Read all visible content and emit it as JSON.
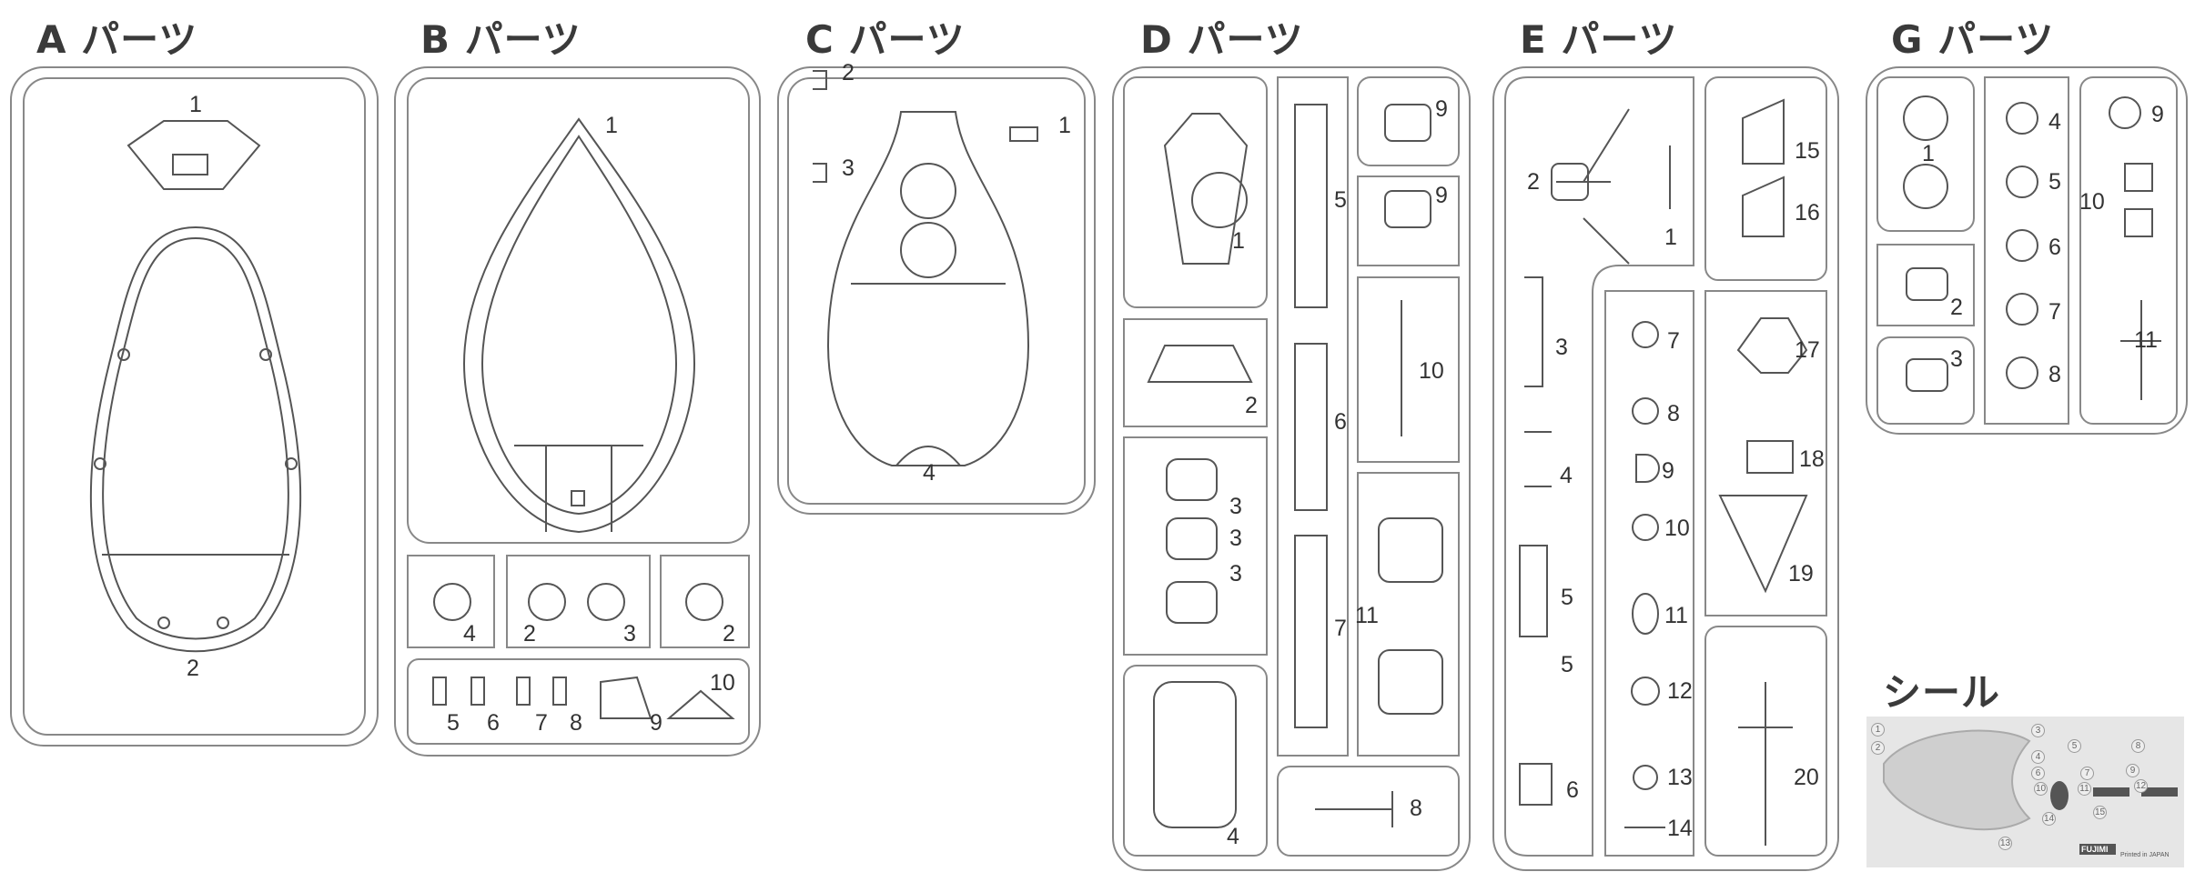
{
  "sections": {
    "A": {
      "title": "A パーツ",
      "parts": [
        "1",
        "2"
      ]
    },
    "B": {
      "title": "B パーツ",
      "parts": [
        "1",
        "4",
        "2",
        "3",
        "2",
        "5",
        "6",
        "7",
        "8",
        "9",
        "10"
      ]
    },
    "C": {
      "title": "C パーツ",
      "parts": [
        "2",
        "3",
        "1",
        "4"
      ]
    },
    "D": {
      "title": "D パーツ",
      "parts": [
        "1",
        "2",
        "3",
        "3",
        "3",
        "4",
        "5",
        "6",
        "7",
        "8",
        "9",
        "9",
        "10",
        "11"
      ]
    },
    "E": {
      "title": "E パーツ",
      "parts": [
        "2",
        "1",
        "15",
        "16",
        "17",
        "18",
        "19",
        "20",
        "3",
        "4",
        "5",
        "5",
        "6",
        "7",
        "8",
        "9",
        "10",
        "11",
        "12",
        "13",
        "14"
      ]
    },
    "G": {
      "title": "G パーツ",
      "parts": [
        "1",
        "2",
        "3",
        "4",
        "5",
        "6",
        "7",
        "8",
        "9",
        "10",
        "11"
      ]
    }
  },
  "sticker": {
    "title": "シール",
    "numbers": [
      "1",
      "2",
      "3",
      "4",
      "5",
      "6",
      "7",
      "8",
      "9",
      "10",
      "11",
      "12",
      "13",
      "14",
      "15"
    ],
    "logo": "FUJIMI",
    "printed": "Printed in JAPAN"
  },
  "colors": {
    "line": "#555555",
    "frame": "#888888",
    "sticker_bg": "#e6e6e6"
  }
}
